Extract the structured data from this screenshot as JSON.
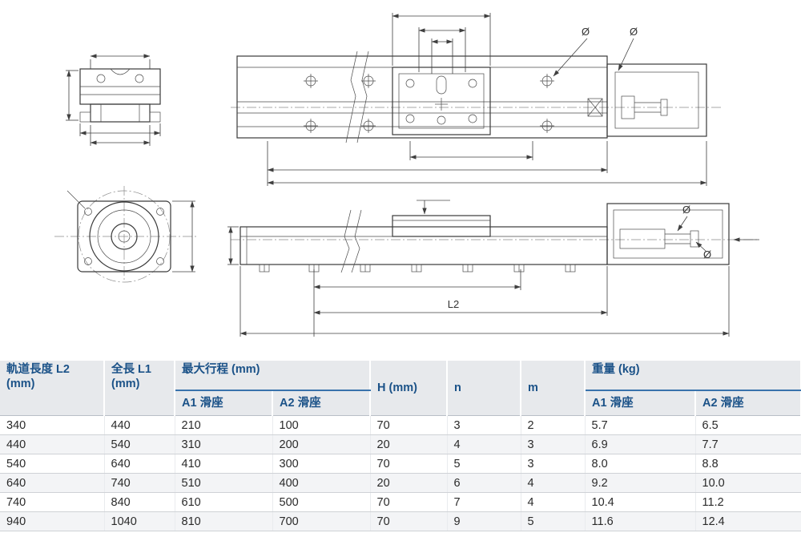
{
  "drawing": {
    "title": "linear-module-technical-drawing",
    "labels": {
      "l2": "L2",
      "dia_top_1": "Ø",
      "dia_top_2": "Ø",
      "dia_side_1": "Ø",
      "dia_side_2": "Ø"
    }
  },
  "table": {
    "headers": {
      "track_length_line1": "軌道長度 L2",
      "track_length_line2": "(mm)",
      "total_length_line1": "全長 L1",
      "total_length_line2": "(mm)",
      "max_stroke": "最大行程 (mm)",
      "stroke_a1": "A1 滑座",
      "stroke_a2": "A2 滑座",
      "h": "H (mm)",
      "n": "n",
      "m": "m",
      "weight": "重量 (kg)",
      "weight_a1": "A1 滑座",
      "weight_a2": "A2 滑座"
    },
    "rows": [
      [
        "340",
        "440",
        "210",
        "100",
        "70",
        "3",
        "2",
        "5.7",
        "6.5"
      ],
      [
        "440",
        "540",
        "310",
        "200",
        "20",
        "4",
        "3",
        "6.9",
        "7.7"
      ],
      [
        "540",
        "640",
        "410",
        "300",
        "70",
        "5",
        "3",
        "8.0",
        "8.8"
      ],
      [
        "640",
        "740",
        "510",
        "400",
        "20",
        "6",
        "4",
        "9.2",
        "10.0"
      ],
      [
        "740",
        "840",
        "610",
        "500",
        "70",
        "7",
        "4",
        "10.4",
        "11.2"
      ],
      [
        "940",
        "1040",
        "810",
        "700",
        "70",
        "9",
        "5",
        "11.6",
        "12.4"
      ]
    ]
  }
}
